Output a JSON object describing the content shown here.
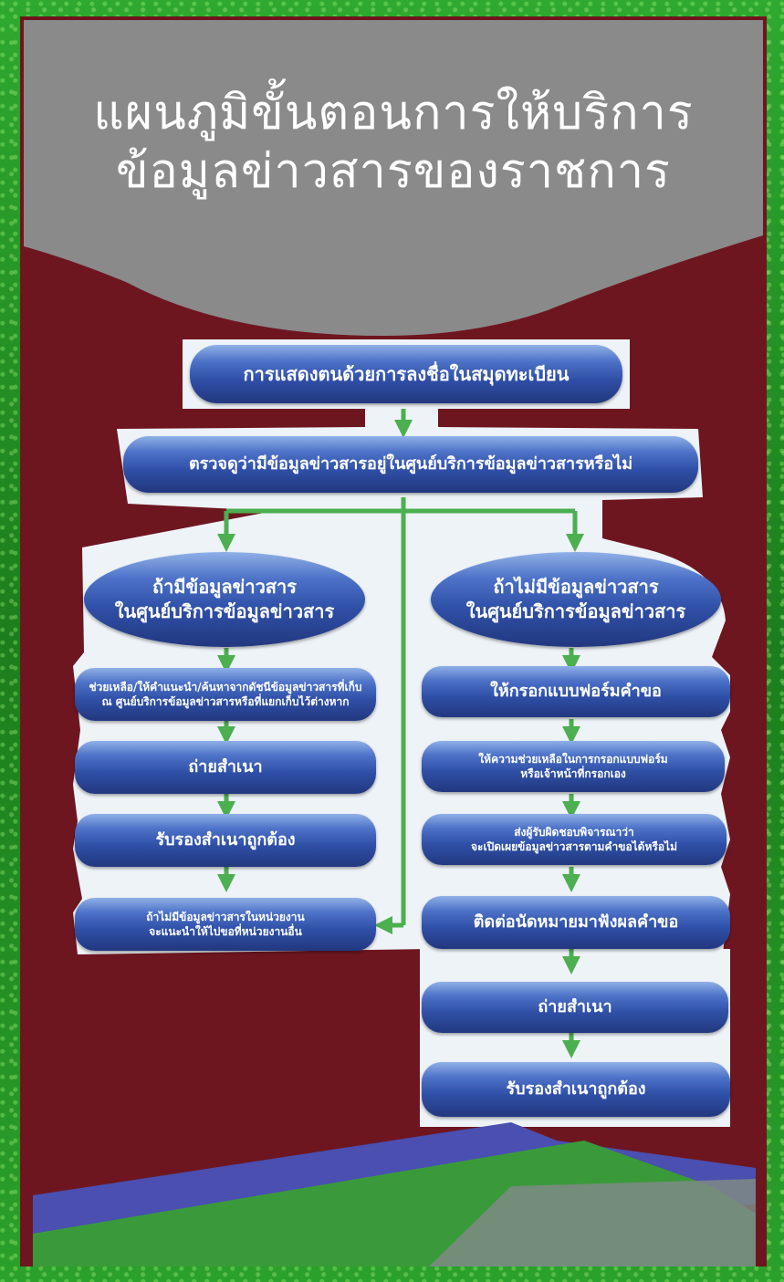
{
  "title": {
    "line1": "แผนภูมิขั้นตอนการให้บริการ",
    "line2": "ข้อมูลข่าวสารของราชการ"
  },
  "steps": {
    "register": "การแสดงตนด้วยการลงชื่อในสมุดทะเบียน",
    "check": "ตรวจดูว่ามีข้อมูลข่าวสารอยู่ในศูนย์บริการข้อมูลข่าวสารหรือไม่"
  },
  "left_branch": {
    "header_line1": "ถ้ามีข้อมูลข่าวสาร",
    "header_line2": "ในศูนย์บริการข้อมูลข่าวสาร",
    "step1_line1": "ช่วยเหลือ/ให้คำแนะนำ/ค้นหาจากดัชนีข้อมูลข่าวสารที่เก็บ",
    "step1_line2": "ณ ศูนย์บริการข้อมูลข่าวสารหรือที่แยกเก็บไว้ต่างหาก",
    "step2": "ถ่ายสำเนา",
    "step3": "รับรองสำเนาถูกต้อง",
    "step4_line1": "ถ้าไม่มีข้อมูลข่าวสารในหน่วยงาน",
    "step4_line2": "จะแนะนำให้ไปขอที่หน่วยงานอื่น"
  },
  "right_branch": {
    "header_line1": "ถ้าไม่มีข้อมูลข่าวสาร",
    "header_line2": "ในศูนย์บริการข้อมูลข่าวสาร",
    "step1": "ให้กรอกแบบฟอร์มคำขอ",
    "step2_line1": "ให้ความช่วยเหลือในการกรอกแบบฟอร์ม",
    "step2_line2": "หรือเจ้าหน้าที่กรอกเอง",
    "step3_line1": "ส่งผู้รับผิดชอบพิจารณาว่า",
    "step3_line2": "จะเปิดเผยข้อมูลข่าวสารตามคำขอได้หรือไม่",
    "step4": "ติดต่อนัดหมายมาฟังผลคำขอ",
    "step5": "ถ่ายสำเนา",
    "step6": "รับรองสำเนาถูกต้อง"
  },
  "colors": {
    "border_green": "#2fa92f",
    "felt_maroon": "#6e1620",
    "header_gray": "#8a8a8a",
    "box_blue": "#2f4fa6",
    "arrow_green": "#4caf50",
    "paper": "#eef3f8"
  }
}
